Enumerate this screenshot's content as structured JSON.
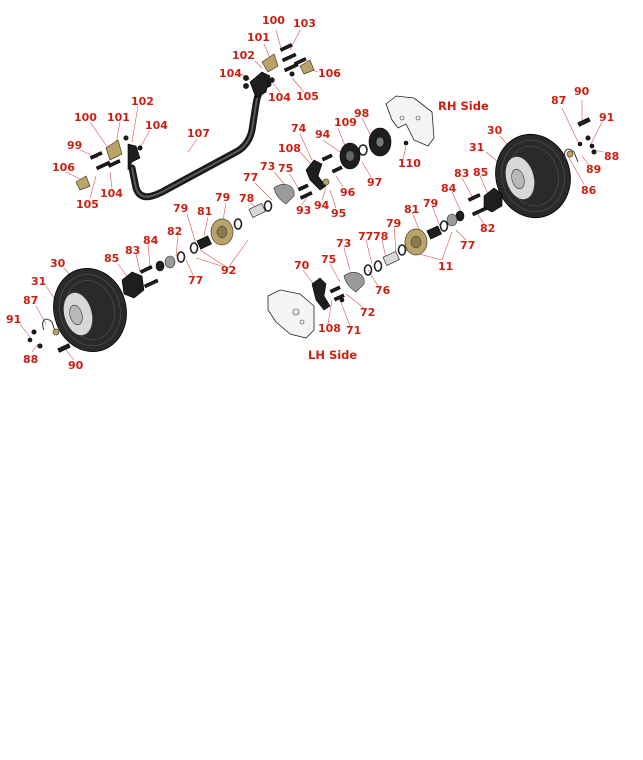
{
  "labels": {
    "rh_side": "RH Side",
    "lh_side": "LH Side",
    "c100a": "100",
    "c103": "103",
    "c101a": "101",
    "c102a": "102",
    "c104a": "104",
    "c106a": "106",
    "c104b": "104",
    "c105a": "105",
    "c102b": "102",
    "c100b": "100",
    "c101b": "101",
    "c104c": "104",
    "c99": "99",
    "c107": "107",
    "c106b": "106",
    "c104d": "104",
    "c105b": "105",
    "c98": "98",
    "c109": "109",
    "c74": "74",
    "c94a": "94",
    "c110": "110",
    "c108a": "108",
    "c73a": "73",
    "c75a": "75",
    "c97": "97",
    "c96": "96",
    "c77a": "77",
    "c79a": "79",
    "c78a": "78",
    "c93": "93",
    "c94b": "94",
    "c95": "95",
    "c79b": "79",
    "c81a": "81",
    "c82a": "82",
    "c92": "92",
    "c30a": "30",
    "c31a": "31",
    "c85a": "85",
    "c83a": "83",
    "c84a": "84",
    "c77b": "77",
    "c87a": "87",
    "c91a": "91",
    "c88a": "88",
    "c90a": "90",
    "c90b": "90",
    "c87b": "87",
    "c91b": "91",
    "c88b": "88",
    "c89": "89",
    "c86": "86",
    "c30b": "30",
    "c31b": "31",
    "c83b": "83",
    "c85b": "85",
    "c84b": "84",
    "c82b": "82",
    "c79c": "79",
    "c81b": "81",
    "c77c": "77",
    "c11": "11",
    "c73b": "73",
    "c77d": "77",
    "c78b": "78",
    "c79d": "79",
    "c75b": "75",
    "c76": "76",
    "c70": "70",
    "c72": "72",
    "c108b": "108",
    "c71": "71"
  }
}
